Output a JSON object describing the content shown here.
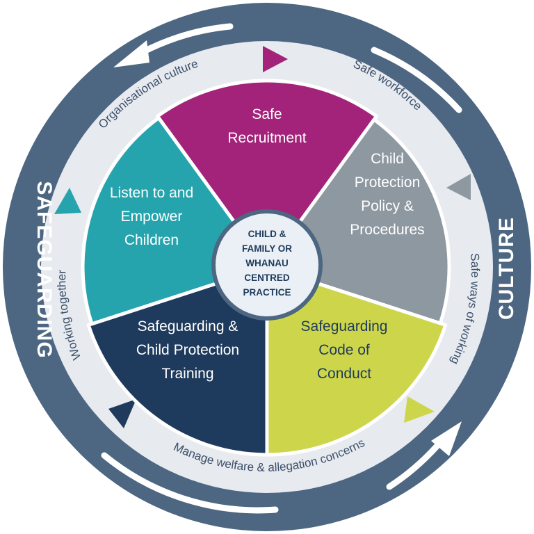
{
  "colors": {
    "outer_ring": "#4d6682",
    "middle_ring": "#e7eaef",
    "hub_fill": "#eaf0f5",
    "hub_border": "#4d6682",
    "ring_text": "#3b4f6a",
    "dark_text": "#1e3a5c"
  },
  "outer_labels": {
    "left": "SAFEGUARDING",
    "right": "CULTURE"
  },
  "ring_labels": {
    "top_left": "Organisational culture",
    "top_right": "Safe workforce",
    "right": "Safe ways of working",
    "bottom": "Manage welfare & allegation concerns",
    "left": "Working together"
  },
  "center": {
    "lines": [
      "CHILD &",
      "FAMILY OR",
      "WHANAU",
      "CENTRED",
      "PRACTICE"
    ]
  },
  "segments": [
    {
      "id": "safe-recruitment",
      "color": "#a3237a",
      "text_color": "#ffffff",
      "lines": [
        "Safe",
        "Recruitment"
      ],
      "marker_icon": "triangle-right-icon",
      "marker_color": "#a3237a"
    },
    {
      "id": "child-protection-policy",
      "color": "#8e98a1",
      "text_color": "#ffffff",
      "lines": [
        "Child",
        "Protection",
        "Policy &",
        "Procedures"
      ],
      "marker_icon": "triangle-left-icon",
      "marker_color": "#8e98a1"
    },
    {
      "id": "code-of-conduct",
      "color": "#cdd64a",
      "text_color": "#1e3a5c",
      "lines": [
        "Safeguarding",
        "Code of",
        "Conduct"
      ],
      "marker_icon": "triangle-right-icon",
      "marker_color": "#cdd64a"
    },
    {
      "id": "training",
      "color": "#1e3a5c",
      "text_color": "#ffffff",
      "lines": [
        "Safeguarding &",
        "Child Protection",
        "Training"
      ],
      "marker_icon": "triangle-left-icon",
      "marker_color": "#1e3a5c"
    },
    {
      "id": "listen-empower",
      "color": "#25a4ad",
      "text_color": "#ffffff",
      "lines": [
        "Listen to and",
        "Empower",
        "Children"
      ],
      "marker_icon": "triangle-up-icon",
      "marker_color": "#25a4ad"
    }
  ]
}
